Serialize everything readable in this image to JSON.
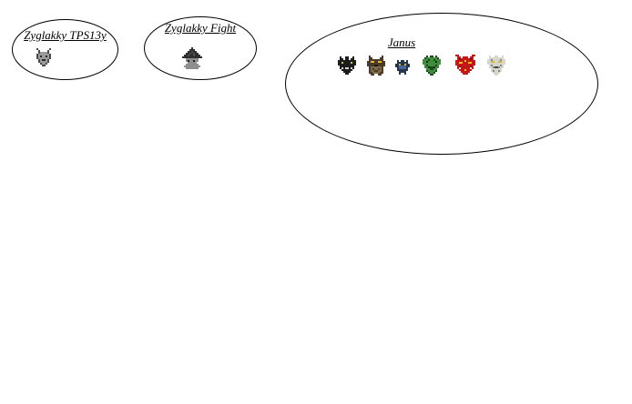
{
  "canvas": {
    "background": "#ffffff",
    "shape_border_color": "#000000",
    "label_color": "#000000"
  },
  "groups": [
    {
      "label": "Zyglakky TPS13y",
      "shape": "ellipse",
      "sprite_icons": [
        "zyglak-gray-head-icon"
      ]
    },
    {
      "label": "Zyglakky Fight",
      "shape": "ellipse",
      "sprite_icons": [
        "zyglak-dark-fighter-icon"
      ]
    },
    {
      "label": "Janus",
      "shape": "ellipse",
      "sprite_icons": [
        "dark-skull-creature-icon",
        "brown-owl-creature-icon",
        "blue-imp-creature-icon",
        "green-mask-creature-icon",
        "red-demon-creature-icon",
        "white-head-creature-icon"
      ]
    }
  ],
  "sprites": {
    "zyglak_gray": {
      "scale": 2,
      "palette": {
        "d": "#4a4a4a",
        "g": "#9a9a9a",
        "k": "#2a2a2a"
      },
      "rows": [
        ".d......d.",
        "..d....d..",
        "..dggggd..",
        ".dggggggd.",
        ".dgkggkgd.",
        ".dggggggd.",
        "..dgkkgd..",
        "..dggggd..",
        "...dggd...",
        "....dd...."
      ]
    },
    "zyglak_dark": {
      "scale": 2,
      "palette": {
        "b": "#2e2e2e",
        "d": "#4e4e4e",
        "g": "#8e8e8e",
        "k": "#222222"
      },
      "rows": [
        ".....b.....",
        "....bbb....",
        "...bbdbb...",
        "..bbdbdbb..",
        ".bbdbbdbbb.",
        "bbbbbbbbbbb",
        "..ggggggg..",
        "..gkggkgg..",
        "...ggggg...",
        "..ggggggg..",
        ".ggggggggg.",
        "..ggggggg.."
      ]
    },
    "skull_dark": {
      "scale": 2,
      "palette": {
        "k": "#1c1c1c",
        "y": "#c8cc30",
        "w": "#d8d8d8"
      },
      "rows": [
        ".k..kk..k.",
        ".kk.kk.kk.",
        "kkkkkkkkkk",
        "kkykkkkykk",
        "kkkkkkkkkk",
        ".kkkkkkkk.",
        ".kwkwwkwk.",
        "..kkkkkk..",
        "...kkkk...",
        "....kk...."
      ]
    },
    "owl_brown": {
      "scale": 2,
      "palette": {
        "b": "#4a3a28",
        "y": "#e0b820",
        "L": "#7e6a4a",
        "k": "#201608"
      },
      "rows": [
        ".b......b.",
        ".bb....bb.",
        ".bbbbbbbb.",
        "bbyybbyybb",
        "bbbbbbbbbb",
        "bbbbkkbbbb",
        ".bLLLLLLb.",
        ".bLbLLbLb.",
        ".bLLbbLLb.",
        ".bbLLLLbb.",
        "..bb..bb.."
      ]
    },
    "imp_blue": {
      "scale": 2,
      "palette": {
        "n": "#26364e",
        "l": "#48689a",
        "y": "#d0b830"
      },
      "rows": [
        ".n.nn.n.",
        ".nnnnnn.",
        "nnynnynn",
        "nnllllnn",
        ".nlllln.",
        ".nnnnnn.",
        "..nnnn..",
        "..n..n.."
      ]
    },
    "mask_green": {
      "scale": 2,
      "palette": {
        "g": "#3e8e3e",
        "d": "#1c4a1c",
        "k": "#102810"
      },
      "rows": [
        "..d.dd.d..",
        ".dggggggd.",
        "gggdggdggg",
        "ggkggggkgg",
        "gggggggggg",
        ".gdggggdg.",
        ".ggkddkgg.",
        "..ggddgg..",
        "..dggggd..",
        "...dggd...",
        "....dd...."
      ]
    },
    "demon_red": {
      "scale": 2,
      "palette": {
        "r": "#c41818",
        "d": "#7a1010",
        "y": "#e8c028",
        "w": "#e8e8e8"
      },
      "rows": [
        "rr.......rr",
        ".rr.rrr.rr.",
        ".rdrrrrrdr.",
        "rrrrryrrrrr",
        "rryyrrryyrr",
        "rrrrrrrrrrr",
        ".rdrrrrrdr.",
        ".rwrrrrrwr.",
        "..rrryrrr..",
        "...rrrrr...",
        "....rrr...."
      ]
    },
    "head_white": {
      "scale": 2,
      "palette": {
        "w": "#d6d6cc",
        "g": "#8a8a82",
        "y": "#d0b840",
        "k": "#444444"
      },
      "rows": [
        ".w..ww..w.",
        ".wwwwwwww.",
        "wwgwwwwgww",
        "wwyywwyyww",
        "wwwwwwwwww",
        ".wgwwwwgw.",
        ".wwgkkgww.",
        "..wwwwww..",
        "..wgwwgw..",
        "...wwww...",
        "....ww...."
      ]
    }
  }
}
